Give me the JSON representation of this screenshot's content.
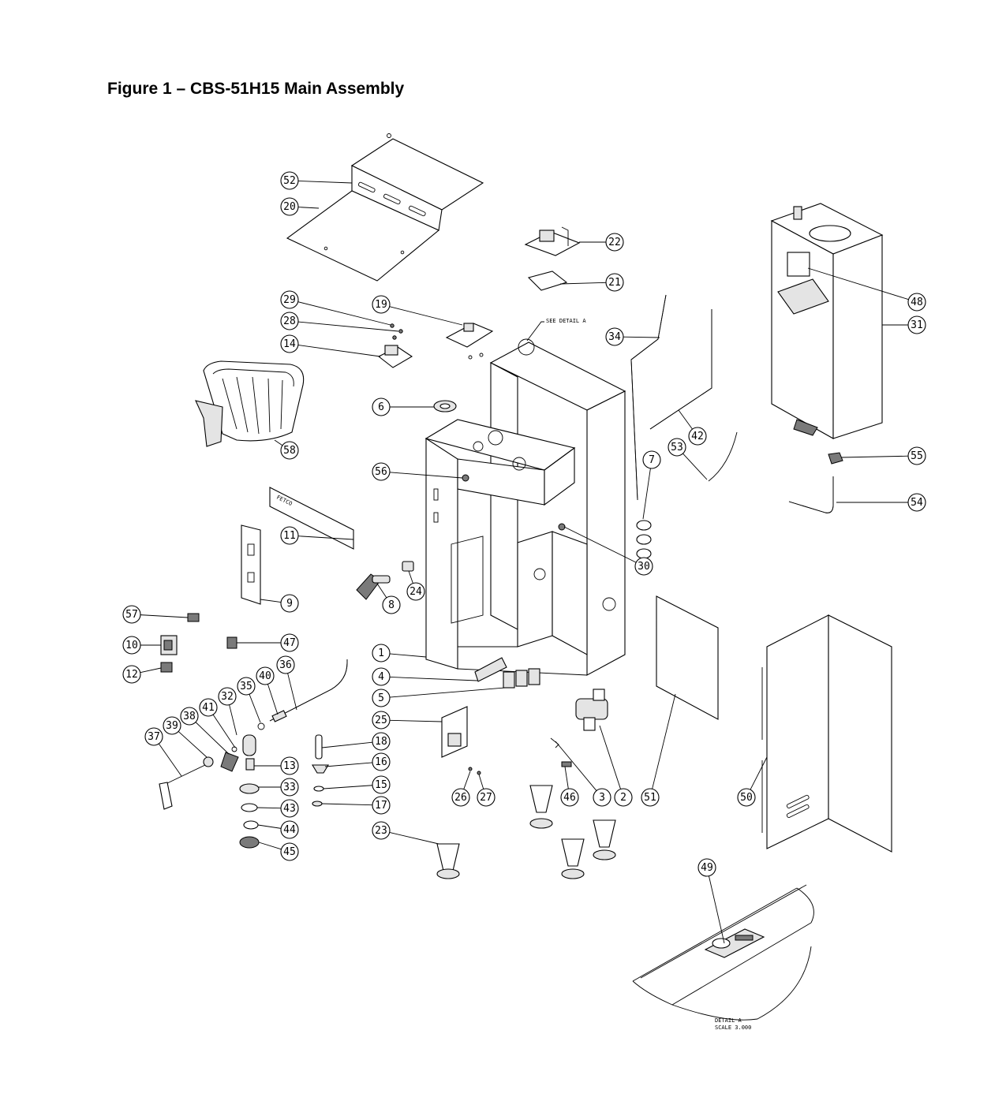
{
  "figure": {
    "title": "Figure 1 – CBS-51H15 Main Assembly"
  },
  "detail": {
    "see_label": "SEE DETAIL  A",
    "name": "DETAIL  A",
    "scale": "SCALE  3.000"
  },
  "panel_logo": "FETCO",
  "callouts": [
    "1",
    "2",
    "3",
    "4",
    "5",
    "6",
    "7",
    "8",
    "9",
    "10",
    "11",
    "12",
    "13",
    "14",
    "15",
    "16",
    "17",
    "18",
    "19",
    "20",
    "21",
    "22",
    "23",
    "24",
    "25",
    "26",
    "27",
    "28",
    "29",
    "30",
    "31",
    "32",
    "33",
    "34",
    "35",
    "36",
    "37",
    "38",
    "39",
    "40",
    "41",
    "42",
    "43",
    "44",
    "45",
    "46",
    "47",
    "48",
    "49",
    "50",
    "51",
    "52",
    "53",
    "54",
    "55",
    "56",
    "57",
    "58"
  ]
}
